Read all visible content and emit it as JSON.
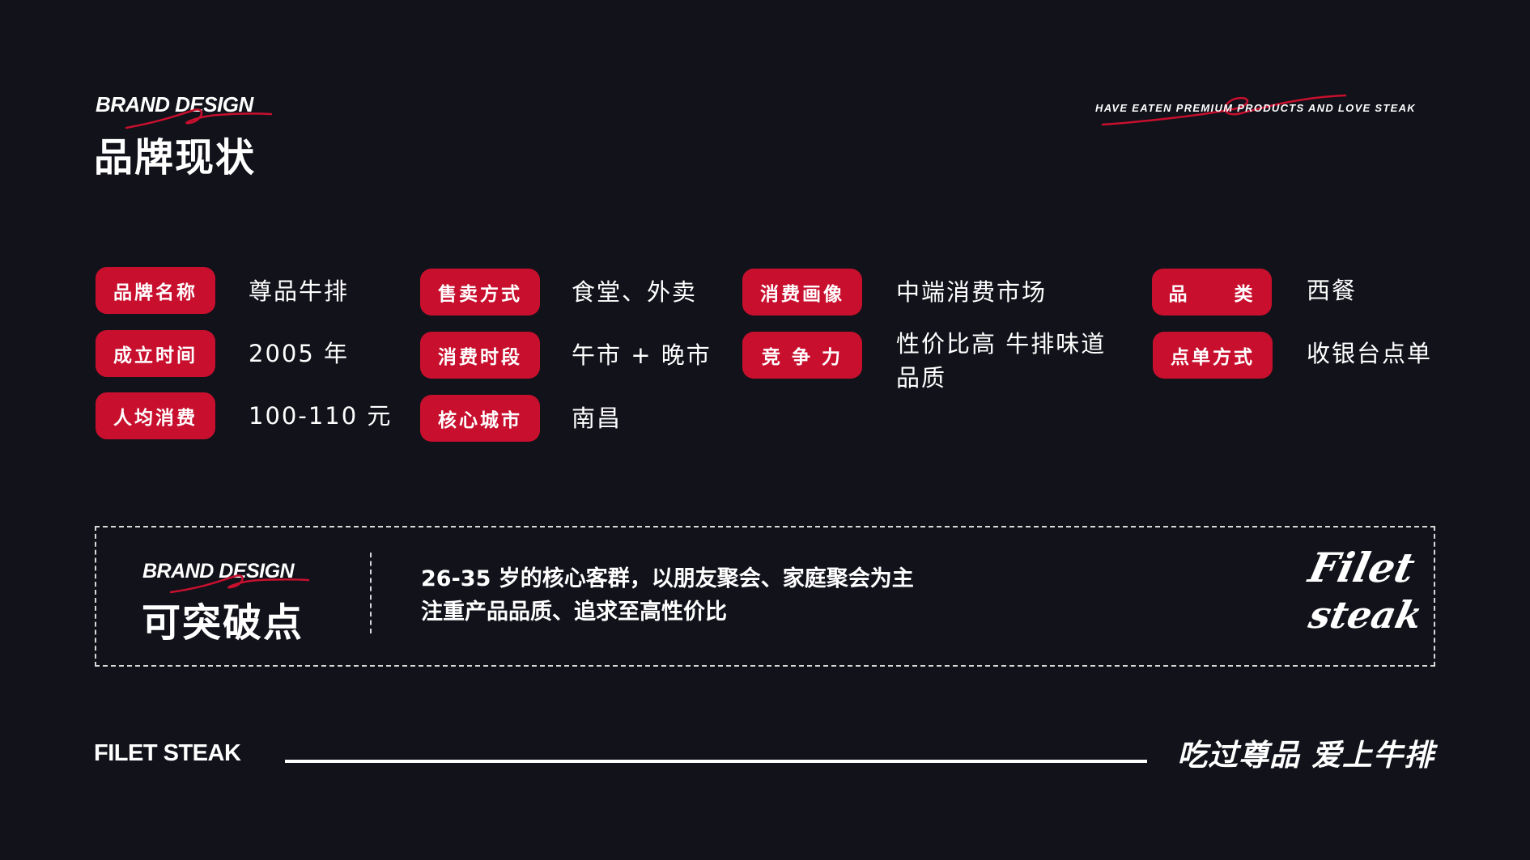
{
  "header": {
    "brand_tag": "BRAND DESIGN",
    "title": "品牌现状",
    "tagline": "HAVE EATEN PREMIUM PRODUCTS AND LOVE STEAK"
  },
  "info": {
    "brand_name": {
      "label": "品牌名称",
      "value": "尊品牛排"
    },
    "founded": {
      "label": "成立时间",
      "value": "2005 年"
    },
    "avg_spend": {
      "label": "人均消费",
      "value": "100-110 元"
    },
    "sales_mode": {
      "label": "售卖方式",
      "value": "食堂、外卖"
    },
    "consume_period": {
      "label": "消费时段",
      "value": "午市 + 晚市"
    },
    "core_city": {
      "label": "核心城市",
      "value": "南昌"
    },
    "consumer_profile": {
      "label": "消费画像",
      "value": "中端消费市场"
    },
    "competitiveness": {
      "label": "竞 争 力",
      "value_line1": "性价比高  牛排味道",
      "value_line2": "品质"
    },
    "category": {
      "label": "品     类",
      "value": "西餐"
    },
    "order_mode": {
      "label": "点单方式",
      "value": "收银台点单"
    }
  },
  "breakthrough": {
    "brand_tag": "BRAND DESIGN",
    "title": "可突破点",
    "line1": "26-35 岁的核心客群，以朋友聚会、家庭聚会为主",
    "line2": "注重产品品质、追求至高性价比",
    "logo_line1": "Filet",
    "logo_line2": "steak"
  },
  "footer": {
    "brand": "FILET STEAK",
    "slogan": "吃过尊品 爱上牛排"
  },
  "colors": {
    "background": "#11121a",
    "accent_red": "#c8102e",
    "text": "#ffffff"
  }
}
